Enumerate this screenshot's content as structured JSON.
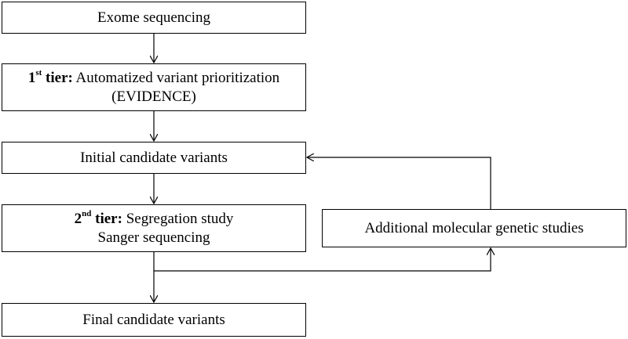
{
  "diagram": {
    "step1": {
      "label": "Exome sequencing"
    },
    "step2": {
      "tier_num": "1",
      "tier_sup": "st",
      "tier_word": " tier:",
      "line1_rest": " Automatized variant prioritization",
      "line2": "(EVIDENCE)"
    },
    "step3": {
      "label": "Initial candidate variants"
    },
    "step4": {
      "tier_num": "2",
      "tier_sup": "nd",
      "tier_word": " tier:",
      "line1_rest": " Segregation study",
      "line2": "Sanger sequencing"
    },
    "side": {
      "label": "Additional molecular genetic studies"
    },
    "step5": {
      "label": "Final candidate variants"
    }
  }
}
